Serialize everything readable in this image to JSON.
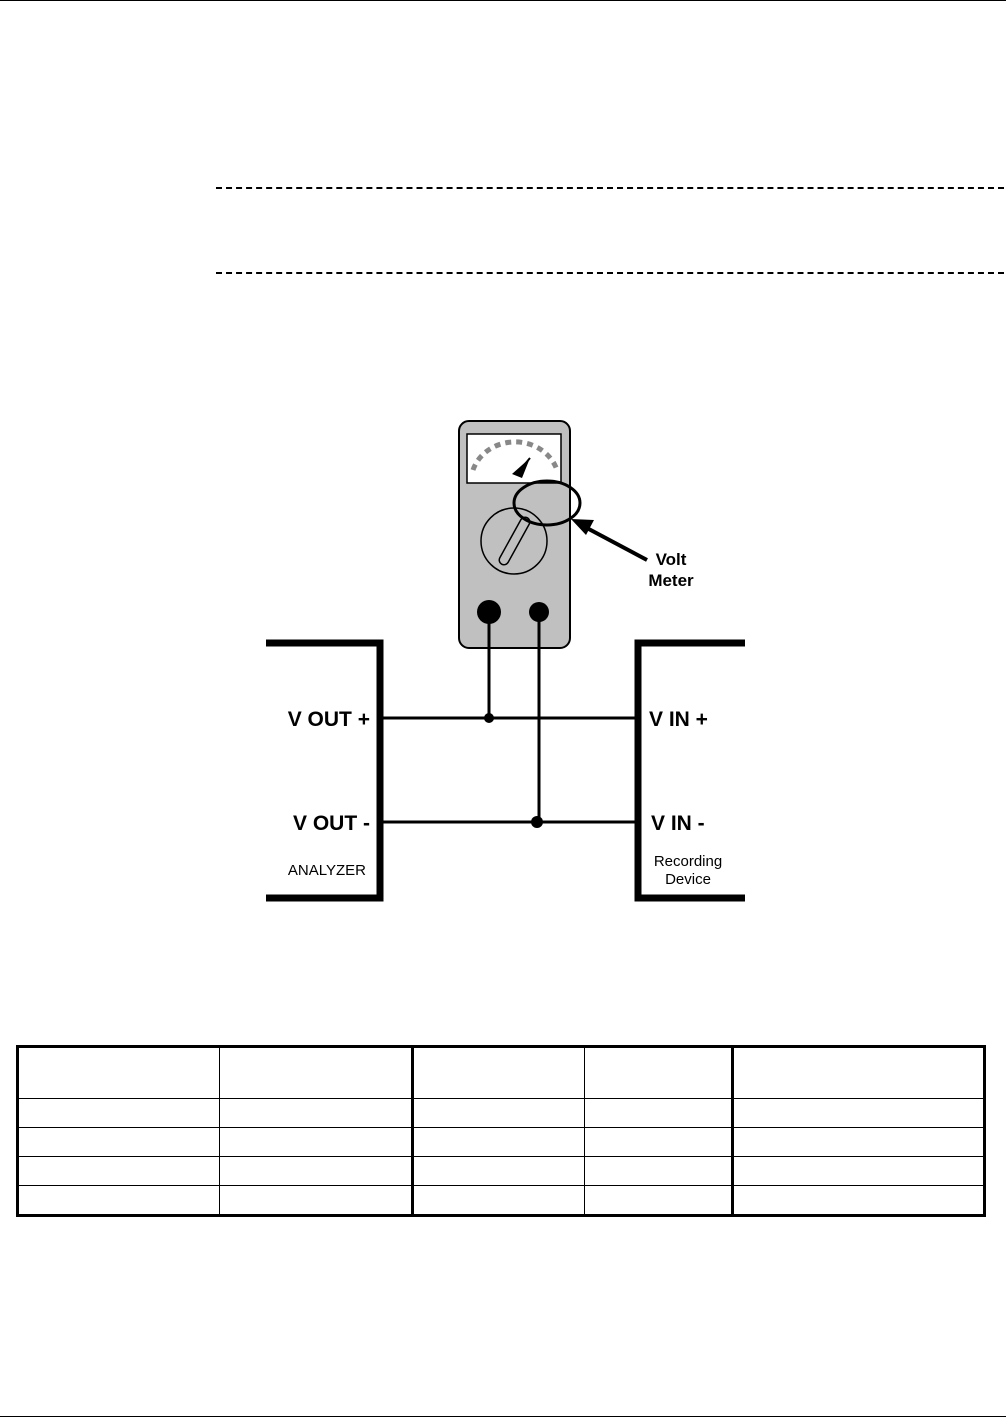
{
  "diagram": {
    "meter_label_line1": "Volt",
    "meter_label_line2": "Meter",
    "left_plus": "V OUT +",
    "left_minus": "V OUT -",
    "left_device": "ANALYZER",
    "right_plus": "V IN +",
    "right_minus": "V IN -",
    "right_device_line1": "Recording",
    "right_device_line2": "Device",
    "colors": {
      "meter_body": "#c0c0c0",
      "meter_dial_dashes": "#888888",
      "line": "#000000"
    }
  },
  "table": {
    "rows": 5,
    "columns": 5
  }
}
